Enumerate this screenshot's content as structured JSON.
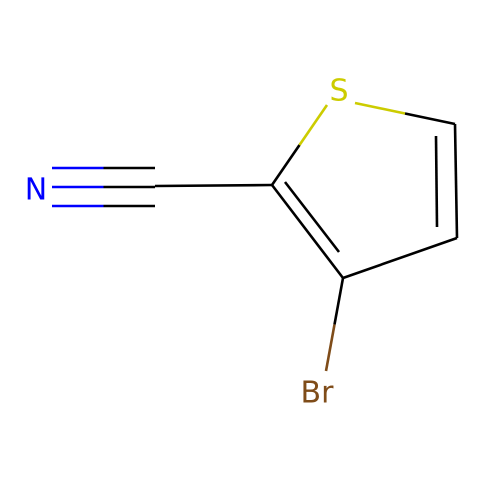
{
  "molecule": {
    "atoms": {
      "sulfur": {
        "label": "S",
        "color": "#cccc00"
      },
      "nitrogen": {
        "label": "N",
        "color": "#0000ff"
      },
      "bromine": {
        "label": "Br",
        "color": "#7f4c19"
      }
    },
    "bond_color": "#000000"
  }
}
